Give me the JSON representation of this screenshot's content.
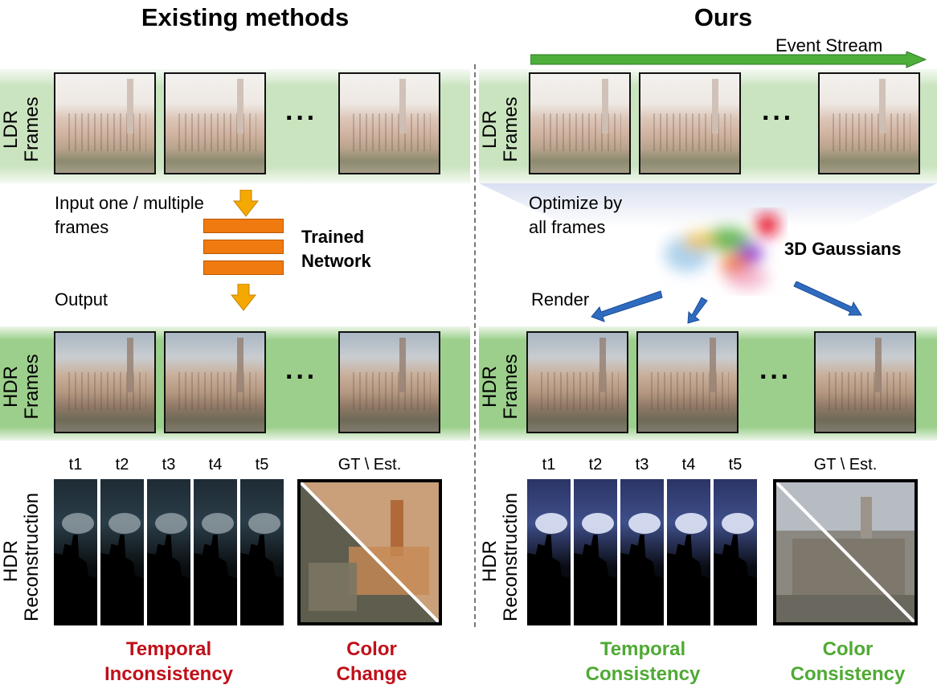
{
  "left": {
    "title": "Existing methods",
    "ldr_label_1": "LDR",
    "ldr_label_2": "Frames",
    "hdr_label_1": "HDR",
    "hdr_label_2": "Frames",
    "recon_label_1": "HDR",
    "recon_label_2": "Reconstruction",
    "ellipsis": "···",
    "input_text_1": "Input one / multiple",
    "input_text_2": "frames",
    "network_1": "Trained",
    "network_2": "Network",
    "output_text": "Output",
    "time_labels": [
      "t1",
      "t2",
      "t3",
      "t4",
      "t5"
    ],
    "gt_label": "GT \\ Est.",
    "caption_1a": "Temporal",
    "caption_1b": "Inconsistency",
    "caption_2a": "Color",
    "caption_2b": "Change"
  },
  "right": {
    "title": "Ours",
    "event_stream": "Event Stream",
    "ldr_label_1": "LDR",
    "ldr_label_2": "Frames",
    "hdr_label_1": "HDR",
    "hdr_label_2": "Frames",
    "recon_label_1": "HDR",
    "recon_label_2": "Reconstruction",
    "ellipsis": "···",
    "optimize_1": "Optimize by",
    "optimize_2": "all frames",
    "gaussians": "3D Gaussians",
    "render": "Render",
    "time_labels": [
      "t1",
      "t2",
      "t3",
      "t4",
      "t5"
    ],
    "gt_label": "GT \\ Est.",
    "caption_1a": "Temporal",
    "caption_1b": "Consistency",
    "caption_2a": "Color",
    "caption_2b": "Consistency"
  },
  "colors": {
    "negative": "#c0101a",
    "positive": "#4faa33",
    "arrow_orange": "#f5a800",
    "network_orange": "#f07a10",
    "render_arrow": "#2f6cc0",
    "event_arrow": "#4caf3a"
  }
}
